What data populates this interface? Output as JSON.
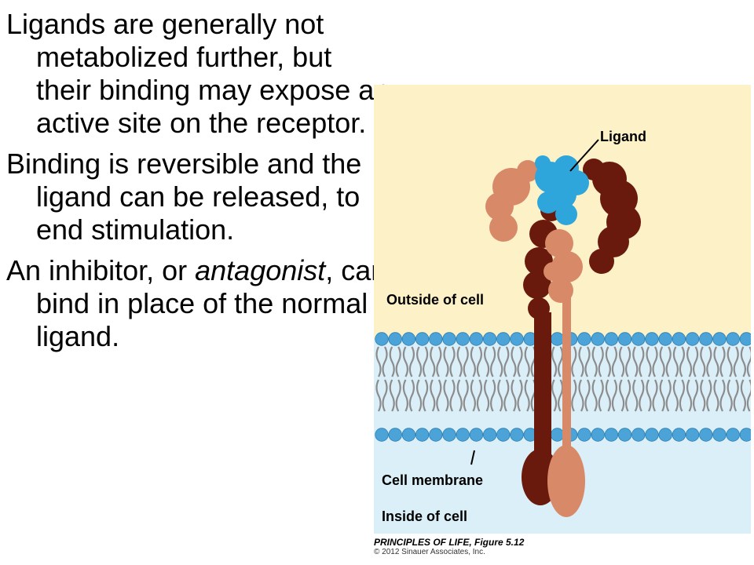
{
  "text_blocks": [
    {
      "text": "Ligands are generally not metabolized further, but their binding may expose an active site on the receptor."
    },
    {
      "text": "Binding is reversible and the ligand can be released, to end stimulation."
    },
    {
      "before": "An inhibitor, or ",
      "emphasis": "antagonist",
      "after": ", can bind in place of the normal ligand."
    }
  ],
  "figure": {
    "labels": {
      "ligand": "Ligand",
      "outside": "Outside of cell",
      "membrane": "Cell membrane",
      "inside": "Inside of cell"
    },
    "caption": {
      "title": "PRINCIPLES OF LIFE, Figure 5.12",
      "copyright": "© 2012 Sinauer Associates, Inc."
    },
    "colors": {
      "outside": "#fdf1c8",
      "inside": "#dbeff9",
      "lipid_head": "#4ba3d7",
      "lipid_tail": "#8c8c8c",
      "receptor_light": "#d88a68",
      "receptor_dark": "#6a1a0c",
      "ligand": "#2ea6db"
    }
  }
}
